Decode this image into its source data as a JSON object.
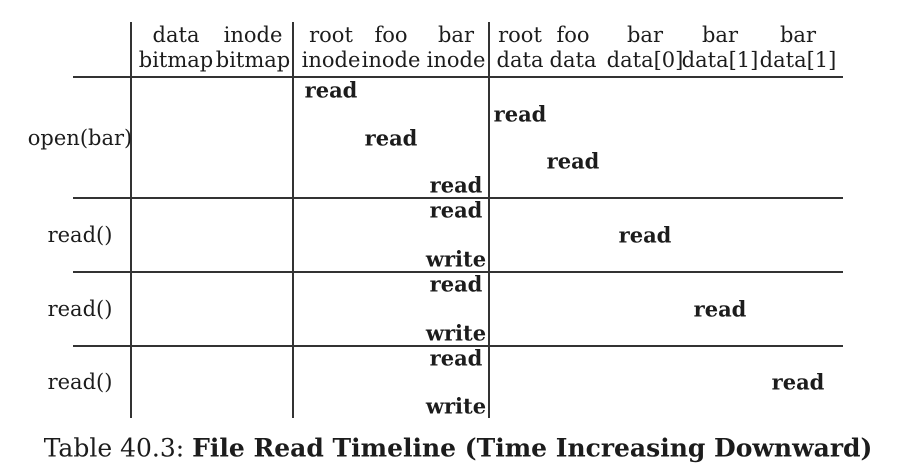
{
  "caption": {
    "prefix": "Table 40.3:",
    "title": "File Read Timeline (Time Increasing Downward)"
  },
  "colors": {
    "background": "#ffffff",
    "text": "#1c1c1c",
    "rule": "#333333"
  },
  "table": {
    "columns": [
      {
        "id": "data-bitmap",
        "line1": "data",
        "line2": "bitmap"
      },
      {
        "id": "inode-bitmap",
        "line1": "inode",
        "line2": "bitmap"
      },
      {
        "id": "root-inode",
        "line1": "root",
        "line2": "inode"
      },
      {
        "id": "foo-inode",
        "line1": "foo",
        "line2": "inode"
      },
      {
        "id": "bar-inode",
        "line1": "bar",
        "line2": "inode"
      },
      {
        "id": "root-data",
        "line1": "root",
        "line2": "data"
      },
      {
        "id": "foo-data",
        "line1": "foo",
        "line2": "data"
      },
      {
        "id": "bar-data-0",
        "line1": "bar",
        "line2": "data[0]"
      },
      {
        "id": "bar-data-1",
        "line1": "bar",
        "line2": "data[1]"
      },
      {
        "id": "bar-data-1b",
        "line1": "bar",
        "line2": "data[1]"
      }
    ],
    "rows": [
      {
        "label": "open(bar)",
        "steps": [
          {
            "column": 2,
            "action": "read"
          },
          {
            "column": 5,
            "action": "read"
          },
          {
            "column": 3,
            "action": "read"
          },
          {
            "column": 6,
            "action": "read"
          },
          {
            "column": 4,
            "action": "read"
          }
        ]
      },
      {
        "label": "read()",
        "steps": [
          {
            "column": 4,
            "action": "read"
          },
          {
            "column": 7,
            "action": "read"
          },
          {
            "column": 4,
            "action": "write"
          }
        ]
      },
      {
        "label": "read()",
        "steps": [
          {
            "column": 4,
            "action": "read"
          },
          {
            "column": 8,
            "action": "read"
          },
          {
            "column": 4,
            "action": "write"
          }
        ]
      },
      {
        "label": "read()",
        "steps": [
          {
            "column": 4,
            "action": "read"
          },
          {
            "column": 9,
            "action": "read"
          },
          {
            "column": 4,
            "action": "write"
          }
        ]
      }
    ]
  }
}
